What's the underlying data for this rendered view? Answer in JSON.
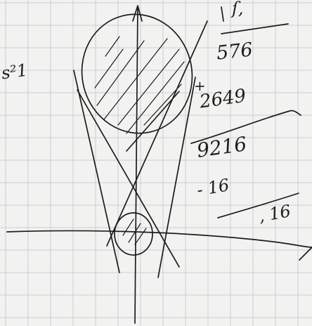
{
  "notes": {
    "left_fragment": "s²1",
    "top_fragment": "ſ,",
    "n_576": "576",
    "n_plus": "+",
    "n_2649": "2649",
    "n_9216": "9216",
    "n_minus16": "- 16",
    "n_comma16": ", 16"
  },
  "colors": {
    "paper": "#f2f2f0",
    "grid": "#c9cdd6",
    "ink": "#1c1c1c"
  }
}
